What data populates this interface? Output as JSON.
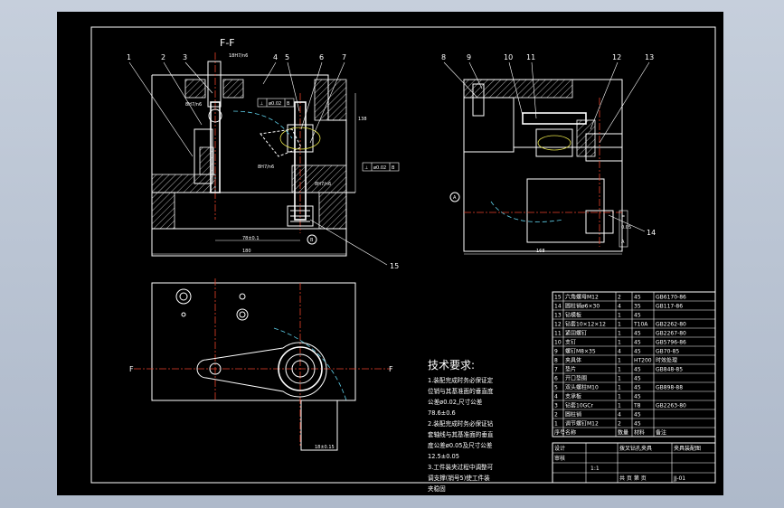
{
  "section_label": "F-F",
  "cut_marks": [
    "F",
    "F"
  ],
  "view_label_a": "A",
  "view_label_b": "B",
  "balloons": [
    "1",
    "2",
    "3",
    "4",
    "5",
    "6",
    "7",
    "8",
    "9",
    "10",
    "11",
    "12",
    "13",
    "14",
    "15"
  ],
  "dimensions": {
    "bottom_left": "78±0.1",
    "overall_left": "180",
    "overall_right": "168",
    "plan_offset": "18±0.15",
    "vert_right": "138",
    "fit_top": "18H7/n6",
    "fit_left": "8H7/n6",
    "fit_mid": "8H7/n6",
    "fit_right": "8H7/n6"
  },
  "gdt_frames": [
    [
      "⊥",
      "ø0.02",
      "B"
    ],
    [
      "⊥",
      "ø0.02",
      "B"
    ],
    [
      "=",
      "0.05",
      "A"
    ]
  ],
  "tech_req": {
    "title": "技术要求:",
    "lines": [
      "1.装配完成时务必保证定",
      "位销与其基准面的垂直度",
      "公差ø0.02,尺寸公差",
      "78.6±0.6",
      "2.装配完成时务必保证钻",
      "套轴线与其基准面的垂直",
      "度公差ø0.05及尺寸公差",
      "12.5±0.05",
      "3.工件装夹过程中调整可",
      "调支撑(销号5)使工件装",
      "夹稳固"
    ]
  },
  "bom": [
    {
      "no": "15",
      "name": "六角螺母M12",
      "qty": "2",
      "mat": "45",
      "std": "GB6170-86"
    },
    {
      "no": "14",
      "name": "圆柱销ø6×30",
      "qty": "4",
      "mat": "35",
      "std": "GB117-86"
    },
    {
      "no": "13",
      "name": "钻模板",
      "qty": "1",
      "mat": "45",
      "std": ""
    },
    {
      "no": "12",
      "name": "钻套10×12×12",
      "qty": "1",
      "mat": "T10A",
      "std": "GB2262-80"
    },
    {
      "no": "11",
      "name": "紧固螺钉",
      "qty": "1",
      "mat": "45",
      "std": "GB2267-80"
    },
    {
      "no": "10",
      "name": "支钉",
      "qty": "1",
      "mat": "45",
      "std": "GB5796-86"
    },
    {
      "no": "9",
      "name": "螺钉M8×35",
      "qty": "4",
      "mat": "45",
      "std": "GB70-85"
    },
    {
      "no": "8",
      "name": "夹具体",
      "qty": "1",
      "mat": "HT200",
      "std": "时效处理"
    },
    {
      "no": "7",
      "name": "垫片",
      "qty": "1",
      "mat": "45",
      "std": "GB848-85"
    },
    {
      "no": "6",
      "name": "开口垫圈",
      "qty": "1",
      "mat": "45",
      "std": ""
    },
    {
      "no": "5",
      "name": "双头螺柱M10",
      "qty": "1",
      "mat": "45",
      "std": "GB898-88"
    },
    {
      "no": "4",
      "name": "支承板",
      "qty": "1",
      "mat": "45",
      "std": ""
    },
    {
      "no": "3",
      "name": "钻套10GCr",
      "qty": "1",
      "mat": "T8",
      "std": "GB2263-80"
    },
    {
      "no": "2",
      "name": "圆柱销",
      "qty": "4",
      "mat": "45",
      "std": ""
    },
    {
      "no": "1",
      "name": "调节螺钉M12",
      "qty": "2",
      "mat": "45",
      "std": ""
    }
  ],
  "bom_header": {
    "no": "序号",
    "name": "名称",
    "qty": "数量",
    "mat": "材料",
    "std": "备注"
  },
  "title_block": {
    "drawing_title": "夹具装配图",
    "part_name": "拨叉钻孔夹具",
    "designer": "设计",
    "checker": "审核",
    "scale": "1:1",
    "sheet": "共 页 第 页",
    "material": "",
    "drawing_no": "JJ-01"
  }
}
